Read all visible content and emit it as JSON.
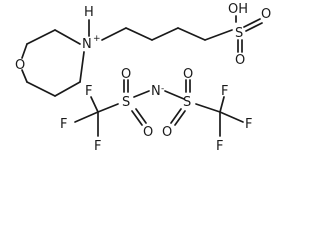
{
  "atoms": {
    "n_plus": "N",
    "n_plus_charge": "+",
    "n_plus_h": "H",
    "o_ring": "O",
    "o_h": "OH",
    "s_top": "S",
    "o_top_up": "O",
    "o_top_down": "O",
    "n_minus": "N",
    "n_minus_charge": "-",
    "s_left": "S",
    "s_right": "S",
    "o_sl_up": "O",
    "o_sl_down": "O",
    "o_sr_up": "O",
    "o_sr_down": "O",
    "f_left_top": "F",
    "f_left_left": "F",
    "f_left_bottom": "F",
    "f_right_top": "F",
    "f_right_right": "F",
    "f_right_bottom": "F"
  }
}
